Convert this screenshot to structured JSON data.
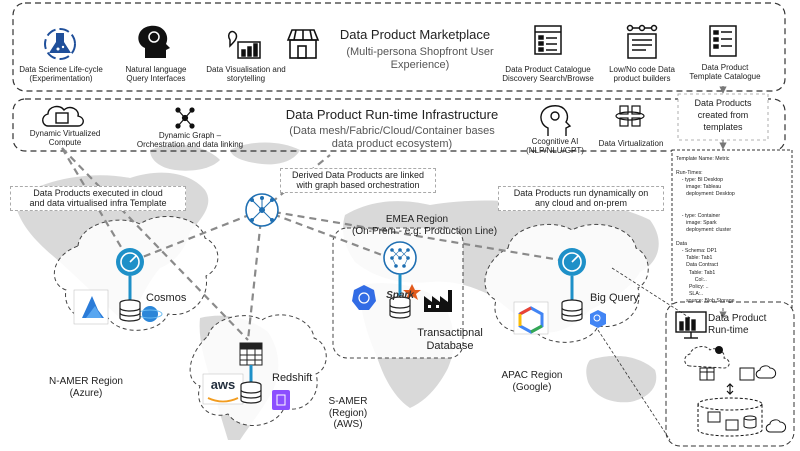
{
  "marketplace": {
    "title": "Data Product Marketplace",
    "subtitle_line1": "(Multi-persona Shopfront User",
    "subtitle_line2": "Experience)",
    "items": [
      {
        "line1": "Data Science Life-cycle",
        "line2": "(Experimentation)",
        "icon": "flask-icon"
      },
      {
        "line1": "Natural language",
        "line2": "Query Interfaces",
        "icon": "brain-head-icon"
      },
      {
        "line1": "Data Visualisation and",
        "line2": "storytelling",
        "icon": "visualisation-icon"
      },
      {
        "line1": "Data Product Catalogue",
        "line2": "Discovery Search/Browse",
        "icon": "catalogue-icon"
      },
      {
        "line1": "Low/No code Data",
        "line2": "product builders",
        "icon": "builder-icon"
      },
      {
        "line1": "Data Product",
        "line2": "Template Catalogue",
        "icon": "template-catalogue-icon"
      }
    ]
  },
  "runtime_infra": {
    "title": "Data Product Run-time Infrastructure",
    "subtitle_line1": "(Data mesh/Fabric/Cloud/Container bases",
    "subtitle_line2": "data product ecosystem)",
    "items": [
      {
        "line1": "Dynamic Virtualized",
        "line2": "Compute",
        "icon": "cloud-compute-icon"
      },
      {
        "line1": "Dynamic Graph –",
        "line2": "Orchestration and data linking",
        "icon": "graph-icon"
      },
      {
        "line1": "Ccognitive AI",
        "line2": "(NLP/NLU/GPT)",
        "icon": "ai-head-icon"
      },
      {
        "line1": "Data Virtualization",
        "line2": "",
        "icon": "virtualization-icon"
      }
    ]
  },
  "created_from_templates": {
    "line1": "Data Products",
    "line2": "created from",
    "line3": "templates"
  },
  "callouts": {
    "executed": {
      "line1": "Data Products executed in cloud",
      "line2": "and data virtualised infra Template"
    },
    "linked": {
      "line1": "Derived Data Products are linked",
      "line2": "with graph based orchestration"
    },
    "dynamic": {
      "line1": "Data Products run dynamically on",
      "line2": "any cloud and on-prem"
    }
  },
  "regions": {
    "namer": {
      "line1": "N-AMER Region",
      "line2": "(Azure)",
      "service": "Cosmos"
    },
    "samer": {
      "line1": "S-AMER",
      "line2": "(Region)",
      "line3": "(AWS)",
      "service": "Redshift",
      "logo": "aws"
    },
    "emea": {
      "line1": "EMEA Region",
      "line2": "(On-Prem - e.g. Production Line)",
      "service": "Spark",
      "db_line1": "Transactional",
      "db_line2": "Database"
    },
    "apac": {
      "line1": "APAC Region",
      "line2": "(Google)",
      "service": "Big Query"
    }
  },
  "template": {
    "lines": [
      "Template Name: Metric",
      "",
      "Run-Times:",
      "    - type: BI Desktop",
      "       image: Tableau",
      "       deployment: Desktop",
      "",
      "",
      "    - type: Container",
      "       image: Spark",
      "       deployment: cluster",
      "",
      "Data",
      "    - Schema: DP1",
      "       Table: Tab1",
      "       Data Contract",
      "         Table: Tab1",
      "             Col:..",
      "         Policy: ..",
      "         SLA:..",
      "       source: Blob Storage"
    ]
  },
  "data_product_runtime": {
    "line1": "Data Product",
    "line2": "Run-time"
  }
}
